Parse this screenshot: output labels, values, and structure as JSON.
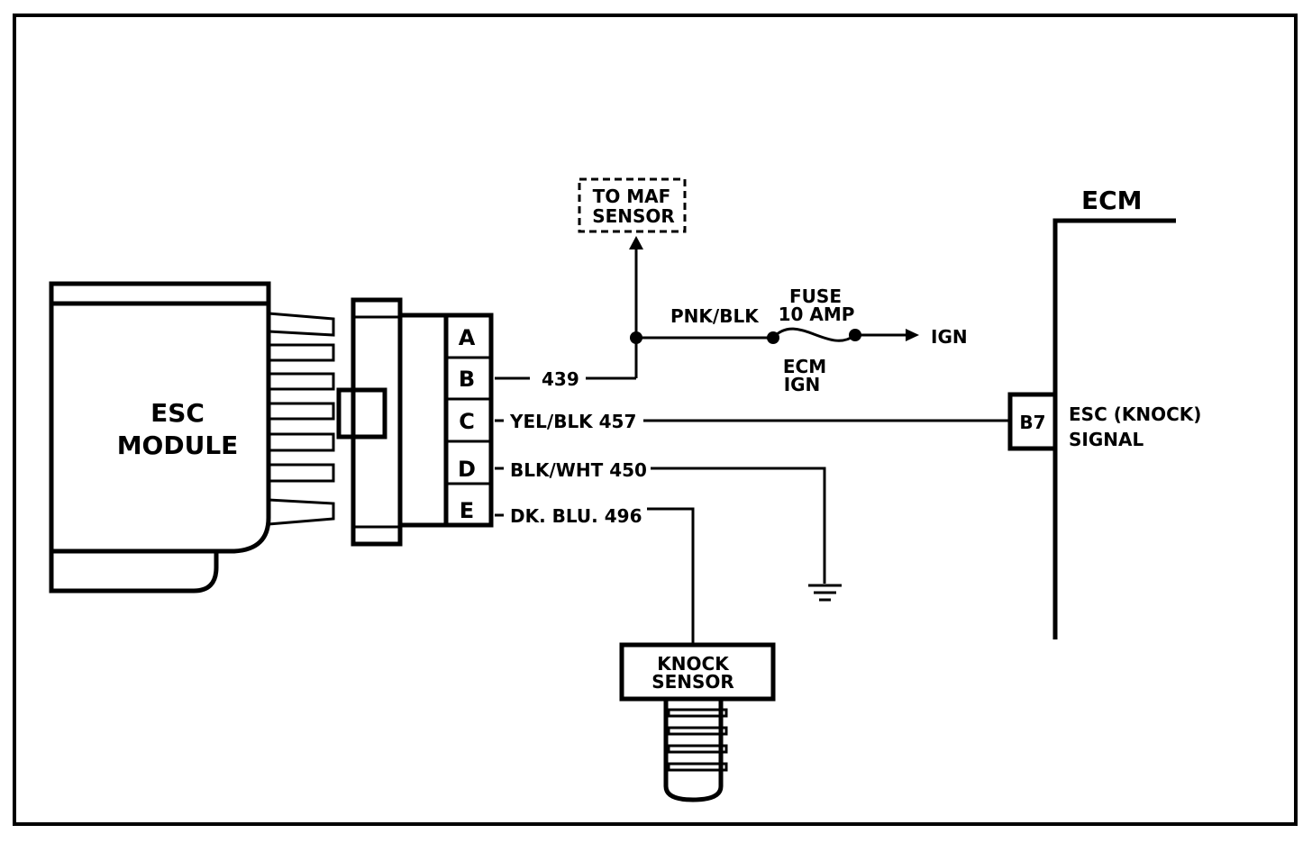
{
  "module": {
    "line1": "ESC",
    "line2": "MODULE"
  },
  "connector_pins": [
    "A",
    "B",
    "C",
    "D",
    "E"
  ],
  "wires": {
    "b_circuit": "439",
    "c_wire": "YEL/BLK 457",
    "d_wire": "BLK/WHT 450",
    "e_wire": "DK. BLU. 496",
    "supply_wire": "PNK/BLK"
  },
  "maf_box": {
    "line1": "TO MAF",
    "line2": "SENSOR"
  },
  "fuse": {
    "line1": "FUSE",
    "line2": "10 AMP",
    "source_line1": "ECM",
    "source_line2": "IGN"
  },
  "ign_label": "IGN",
  "ecm": {
    "title": "ECM",
    "pin": "B7",
    "signal_line1": "ESC (KNOCK)",
    "signal_line2": "SIGNAL"
  },
  "knock_sensor": {
    "line1": "KNOCK",
    "line2": "SENSOR"
  }
}
